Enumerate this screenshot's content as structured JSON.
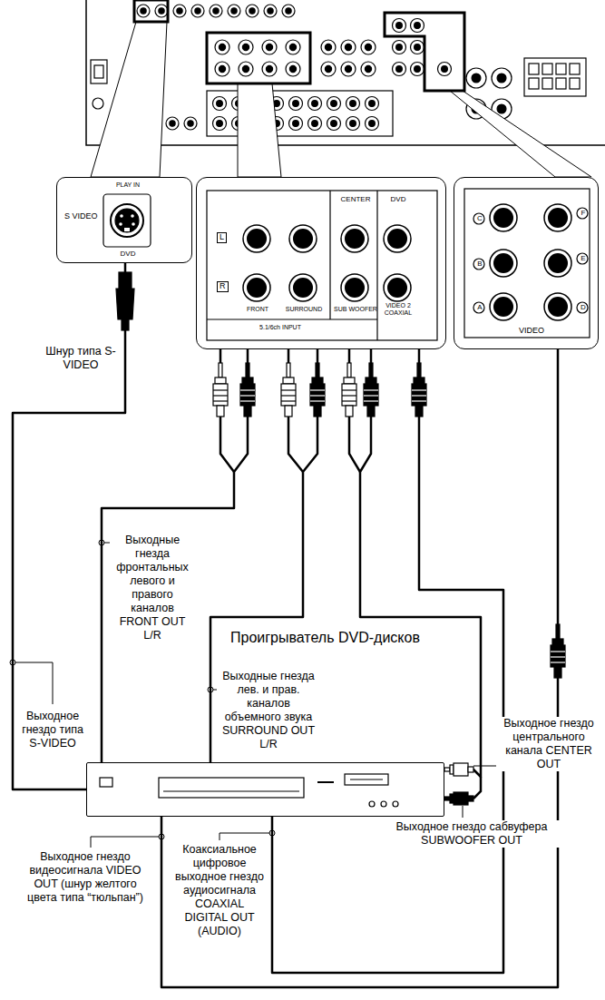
{
  "diagram": {
    "nodes": [
      {
        "text": [
          "PLAY IN",
          "S VIDEO",
          "DVD"
        ]
      },
      {
        "text": [
          "L",
          "R",
          "CENTER",
          "DVD",
          "FRONT",
          "SURROUND",
          "SUB WOOFER",
          "VIDEO 2 COAXIAL",
          "5.1/6ch INPUT"
        ]
      },
      {
        "text": [
          "C",
          "F",
          "B",
          "E",
          "A",
          "D",
          "VIDEO"
        ]
      },
      {
        "text": [
          "Проигрыватель DVD-дисков"
        ]
      }
    ],
    "edges": [
      {
        "from": 3,
        "to": 0,
        "arrow": "none"
      },
      {
        "from": 3,
        "to": 1,
        "arrow": "none"
      },
      {
        "from": 3,
        "to": 1,
        "arrow": "none"
      },
      {
        "from": 3,
        "to": 1,
        "arrow": "none"
      },
      {
        "from": 3,
        "to": 1,
        "arrow": "none"
      },
      {
        "from": 3,
        "to": 2,
        "arrow": "none"
      }
    ],
    "labels": [
      "Шнур типа S-VIDEO",
      "Выходные гнезда фронтальных левого и правого каналов FRONT OUT L/R",
      "Выходные гнезда лев. и прав. каналов объемного звука SURROUND OUT L/R",
      "Выходное гнездо центрального канала CENTER OUT",
      "Выходное гнездо сабвуфера SUBWOOFER OUT",
      "Выходное гнездо типа S-VIDEO",
      "Выходное гнездо видеосигнала VIDEO OUT (шнур желтого цвета типа “тюльпан”)",
      "Коаксиальное цифровое выходное гнездо аудиосигнала COAXIAL DIGITAL OUT (AUDIO)"
    ]
  }
}
